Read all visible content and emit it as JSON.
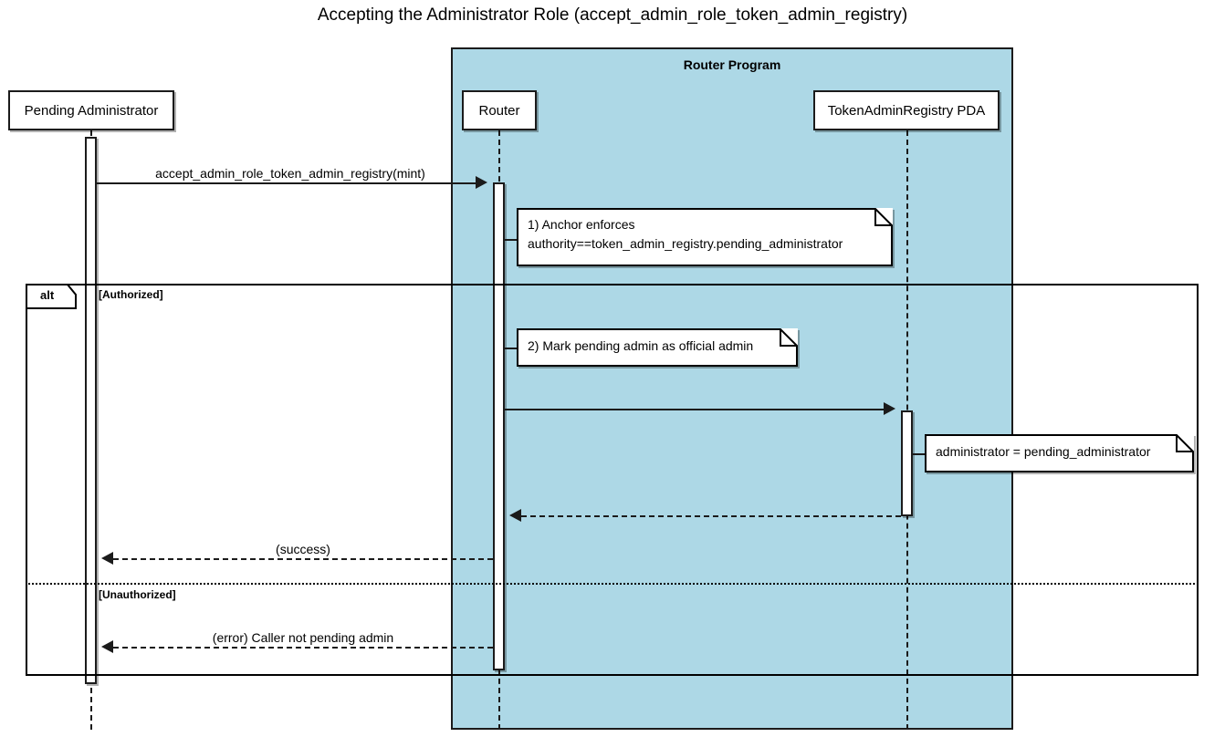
{
  "title": "Accepting the Administrator Role (accept_admin_role_token_admin_registry)",
  "group": {
    "label": "Router Program",
    "color": "#add8e6"
  },
  "participants": [
    {
      "id": "pending-administrator",
      "label": "Pending Administrator"
    },
    {
      "id": "router",
      "label": "Router"
    },
    {
      "id": "token-admin-registry-pda",
      "label": "TokenAdminRegistry PDA"
    }
  ],
  "messages": [
    {
      "id": "accept-admin-role-call",
      "label": "accept_admin_role_token_admin_registry(mint)",
      "from": "pending-administrator",
      "to": "router",
      "style": "solid"
    },
    {
      "id": "router-to-pda-write",
      "label": "",
      "from": "router",
      "to": "token-admin-registry-pda",
      "style": "solid"
    },
    {
      "id": "pda-to-router-return",
      "label": "",
      "from": "token-admin-registry-pda",
      "to": "router",
      "style": "dashed"
    },
    {
      "id": "success-return",
      "label": "(success)",
      "from": "router",
      "to": "pending-administrator",
      "style": "dashed"
    },
    {
      "id": "error-return",
      "label": "(error) Caller not pending admin",
      "from": "router",
      "to": "pending-administrator",
      "style": "dashed"
    }
  ],
  "notes": [
    {
      "id": "note-anchor-enforces",
      "text": "1) Anchor enforces\nauthority==token_admin_registry.pending_administrator"
    },
    {
      "id": "note-mark-pending-admin",
      "text": "2) Mark pending admin as official admin"
    },
    {
      "id": "note-administrator-assign",
      "text": "administrator = pending_administrator"
    }
  ],
  "fragment": {
    "operator": "alt",
    "branches": [
      {
        "id": "branch-authorized",
        "guard": "[Authorized]"
      },
      {
        "id": "branch-unauthorized",
        "guard": "[Unauthorized]"
      }
    ]
  }
}
